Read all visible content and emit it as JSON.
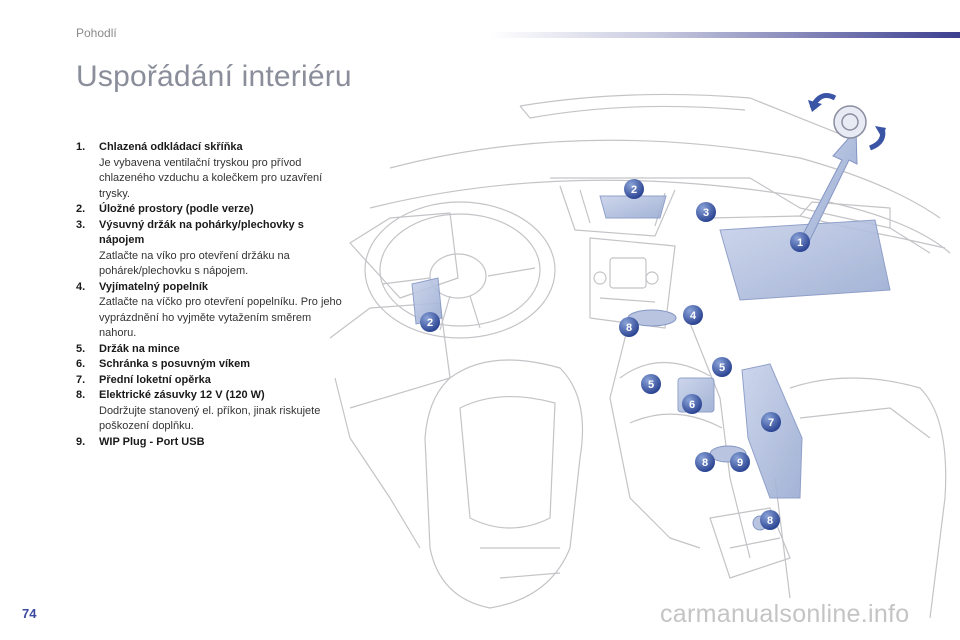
{
  "header": {
    "section": "Pohodlí"
  },
  "page": {
    "title": "Uspořádání interiéru",
    "number": "74"
  },
  "items": [
    {
      "num": "1.",
      "head": "Chlazená odkládací skříňka",
      "desc": "Je vybavena ventilační tryskou pro přívod chlazeného vzduchu a kolečkem pro uzavření trysky."
    },
    {
      "num": "2.",
      "head": "Úložné prostory (podle verze)",
      "desc": ""
    },
    {
      "num": "3.",
      "head": "Výsuvný držák na pohárky/plechovky s nápojem",
      "desc": "Zatlačte na víko pro otevření držáku na pohárek/plechovku s nápojem."
    },
    {
      "num": "4.",
      "head": "Vyjímatelný popelník",
      "desc": "Zatlačte na víčko pro otevření popelníku. Pro jeho vyprázdnění ho vyjměte vytažením směrem nahoru."
    },
    {
      "num": "5.",
      "head": "Držák na mince",
      "desc": ""
    },
    {
      "num": "6.",
      "head": "Schránka s posuvným víkem",
      "desc": ""
    },
    {
      "num": "7.",
      "head": "Přední loketní opěrka",
      "desc": ""
    },
    {
      "num": "8.",
      "head": "Elektrické zásuvky 12 V (120 W)",
      "desc": "Dodržujte stanovený el. příkon, jinak riskujete poškození doplňku."
    },
    {
      "num": "9.",
      "head": "WIP Plug - Port USB",
      "desc": ""
    }
  ],
  "callouts": [
    "1",
    "2",
    "3",
    "4",
    "5",
    "6",
    "7",
    "8",
    "9"
  ],
  "watermark": "carmanualsonline.info",
  "colors": {
    "accent": "#3c3f8f",
    "callout": "#3a55a5",
    "highlight": "#aab8d8"
  }
}
